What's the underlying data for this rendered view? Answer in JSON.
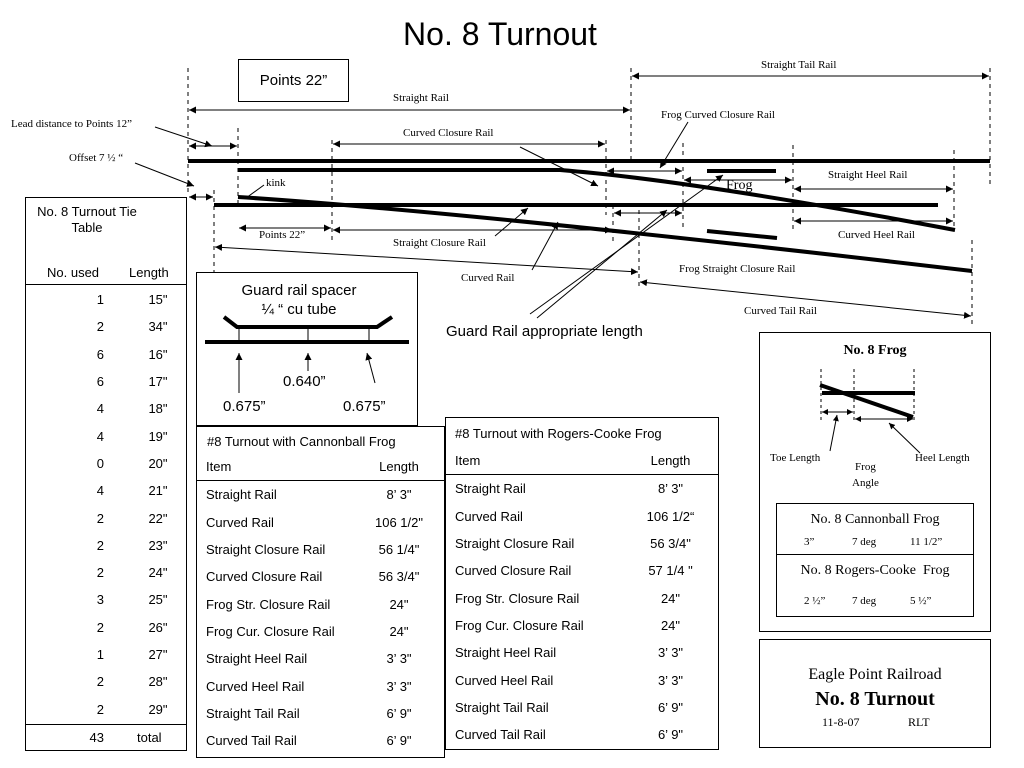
{
  "title": "No. 8 Turnout",
  "diagram": {
    "points_box": "Points 22”",
    "straight_tail_rail": "Straight Tail Rail",
    "straight_rail": "Straight Rail",
    "lead_distance": "Lead distance to Points 12”",
    "frog_curved_closure_rail": "Frog Curved Closure Rail",
    "curved_closure_rail": "Curved Closure Rail",
    "offset": "Offset 7 ½ “",
    "kink": "kink",
    "frog": "Frog",
    "straight_heel_rail": "Straight Heel Rail",
    "points_22": "Points 22”",
    "curved_heel_rail": "Curved Heel Rail",
    "straight_closure_rail": "Straight Closure Rail",
    "curved_rail": "Curved Rail",
    "frog_straight_closure_rail": "Frog Straight Closure Rail",
    "curved_tail_rail": "Curved Tail Rail",
    "guard_rail_length": "Guard Rail appropriate length"
  },
  "guard_spacer": {
    "title_line1": "Guard rail spacer",
    "title_line2": "¼ “ cu tube",
    "center": "0.640”",
    "left": "0.675”",
    "right": "0.675”"
  },
  "tie_table": {
    "title": "No. 8 Turnout Tie Table",
    "col_used": "No. used",
    "col_length": "Length",
    "rows": [
      {
        "used": "1",
        "length": "15\""
      },
      {
        "used": "2",
        "length": "34\""
      },
      {
        "used": "6",
        "length": "16\""
      },
      {
        "used": "6",
        "length": "17\""
      },
      {
        "used": "4",
        "length": "18\""
      },
      {
        "used": "4",
        "length": "19\""
      },
      {
        "used": "0",
        "length": "20\""
      },
      {
        "used": "4",
        "length": "21\""
      },
      {
        "used": "2",
        "length": "22\""
      },
      {
        "used": "2",
        "length": "23\""
      },
      {
        "used": "2",
        "length": "24\""
      },
      {
        "used": "3",
        "length": "25\""
      },
      {
        "used": "2",
        "length": "26\""
      },
      {
        "used": "1",
        "length": "27\""
      },
      {
        "used": "2",
        "length": "28\""
      },
      {
        "used": "2",
        "length": "29\""
      }
    ],
    "total_count": "43",
    "total_label": "total"
  },
  "cannonball_table": {
    "title": "#8 Turnout with Cannonball Frog",
    "col_item": "Item",
    "col_length": "Length",
    "rows": [
      {
        "item": "Straight Rail",
        "length": "8’ 3\""
      },
      {
        "item": "Curved Rail",
        "length": "106 1/2\""
      },
      {
        "item": "Straight Closure Rail",
        "length": "56 1/4\""
      },
      {
        "item": "Curved Closure Rail",
        "length": "56 3/4\""
      },
      {
        "item": "Frog Str. Closure Rail",
        "length": "24\""
      },
      {
        "item": "Frog Cur. Closure Rail",
        "length": "24\""
      },
      {
        "item": "Straight Heel Rail",
        "length": "3’ 3\""
      },
      {
        "item": "Curved Heel Rail",
        "length": "3’ 3\""
      },
      {
        "item": "Straight Tail Rail",
        "length": "6’ 9\""
      },
      {
        "item": "Curved Tail Rail",
        "length": "6’ 9\""
      }
    ]
  },
  "rogers_table": {
    "title": "#8 Turnout with Rogers-Cooke  Frog",
    "col_item": "Item",
    "col_length": "Length",
    "rows": [
      {
        "item": "Straight Rail",
        "length": "8’ 3\""
      },
      {
        "item": "Curved Rail",
        "length": "106 1/2“"
      },
      {
        "item": "Straight Closure Rail",
        "length": "56 3/4\""
      },
      {
        "item": "Curved Closure Rail",
        "length": "57 1/4 \""
      },
      {
        "item": "Frog Str. Closure Rail",
        "length": "24\""
      },
      {
        "item": "Frog Cur. Closure Rail",
        "length": "24\""
      },
      {
        "item": "Straight Heel Rail",
        "length": "3’ 3\""
      },
      {
        "item": "Curved Heel Rail",
        "length": "3’ 3\""
      },
      {
        "item": "Straight Tail Rail",
        "length": "6’ 9\""
      },
      {
        "item": "Curved Tail Rail",
        "length": "6’ 9\""
      }
    ]
  },
  "frog_panel": {
    "title": "No. 8 Frog",
    "toe_length": "Toe Length",
    "frog_angle_line1": "Frog",
    "frog_angle_line2": "Angle",
    "heel_length": "Heel Length",
    "cannonball_title": "No. 8 Cannonball Frog",
    "cannonball_toe": "3”",
    "cannonball_angle": "7 deg",
    "cannonball_heel": "11 1/2”",
    "rogers_title": "No. 8 Rogers-Cooke  Frog",
    "rogers_toe": "2 ½”",
    "rogers_angle": "7 deg",
    "rogers_heel": "5 ½”"
  },
  "title_block": {
    "line1": "Eagle Point Railroad",
    "line2": "No. 8 Turnout",
    "date": "11-8-07",
    "author": "RLT"
  }
}
